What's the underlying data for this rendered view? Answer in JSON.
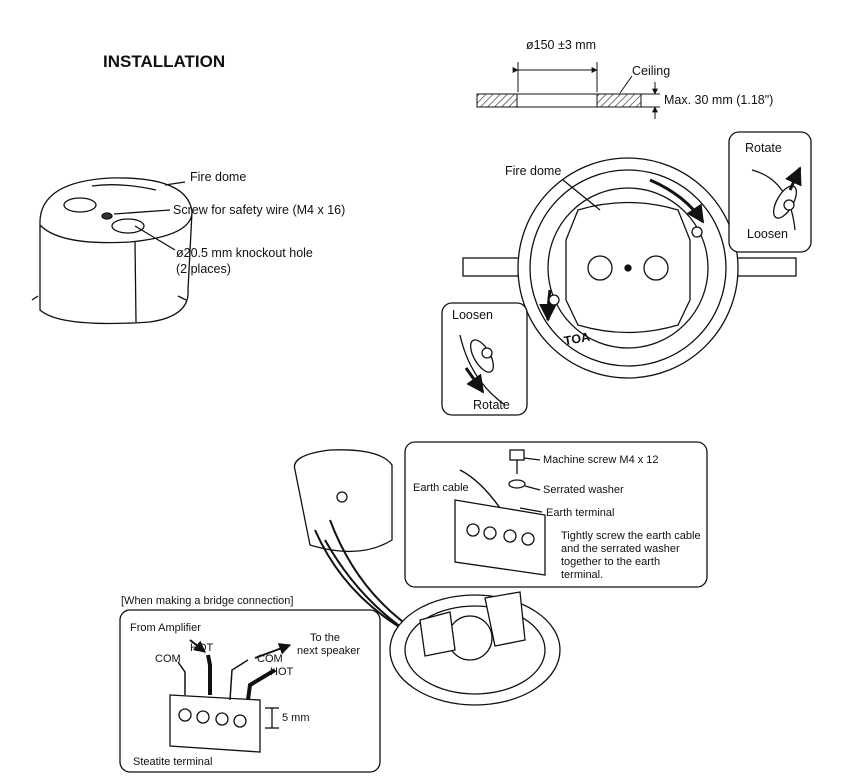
{
  "section_title": "INSTALLATION",
  "ceiling": {
    "hole_dimension": "ø150 ±3 mm",
    "ceiling_label": "Ceiling",
    "max_thickness": "Max. 30 mm (1.18\")"
  },
  "fire_dome_view": {
    "fire_dome": "Fire dome",
    "screw_label": "Screw for safety wire (M4 x 16)",
    "knockout_line1": "ø20.5 mm knockout hole",
    "knockout_line2": "(2 places)"
  },
  "mounting_view": {
    "fire_dome": "Fire dome",
    "rotate_top": "Rotate",
    "loosen_top": "Loosen",
    "loosen_bottom": "Loosen",
    "rotate_bottom": "Rotate",
    "brand_logo": "TOA"
  },
  "earth_detail": {
    "machine_screw": "Machine screw M4 x 12",
    "earth_cable": "Earth cable",
    "serrated_washer": "Serrated washer",
    "earth_terminal": "Earth terminal",
    "instruction_line1": "Tightly screw the earth cable",
    "instruction_line2": "and the serrated washer",
    "instruction_line3": "together to the earth",
    "instruction_line4": "terminal."
  },
  "bridge_detail": {
    "heading": "[When making a bridge connection]",
    "from_amplifier": "From Amplifier",
    "hot_left": "HOT",
    "com_left": "COM",
    "com_right": "COM",
    "to_next_line1": "To the",
    "to_next_line2": "next speaker",
    "hot_right": "HOT",
    "strip_length": "5 mm",
    "steatite_terminal": "Steatite terminal"
  }
}
